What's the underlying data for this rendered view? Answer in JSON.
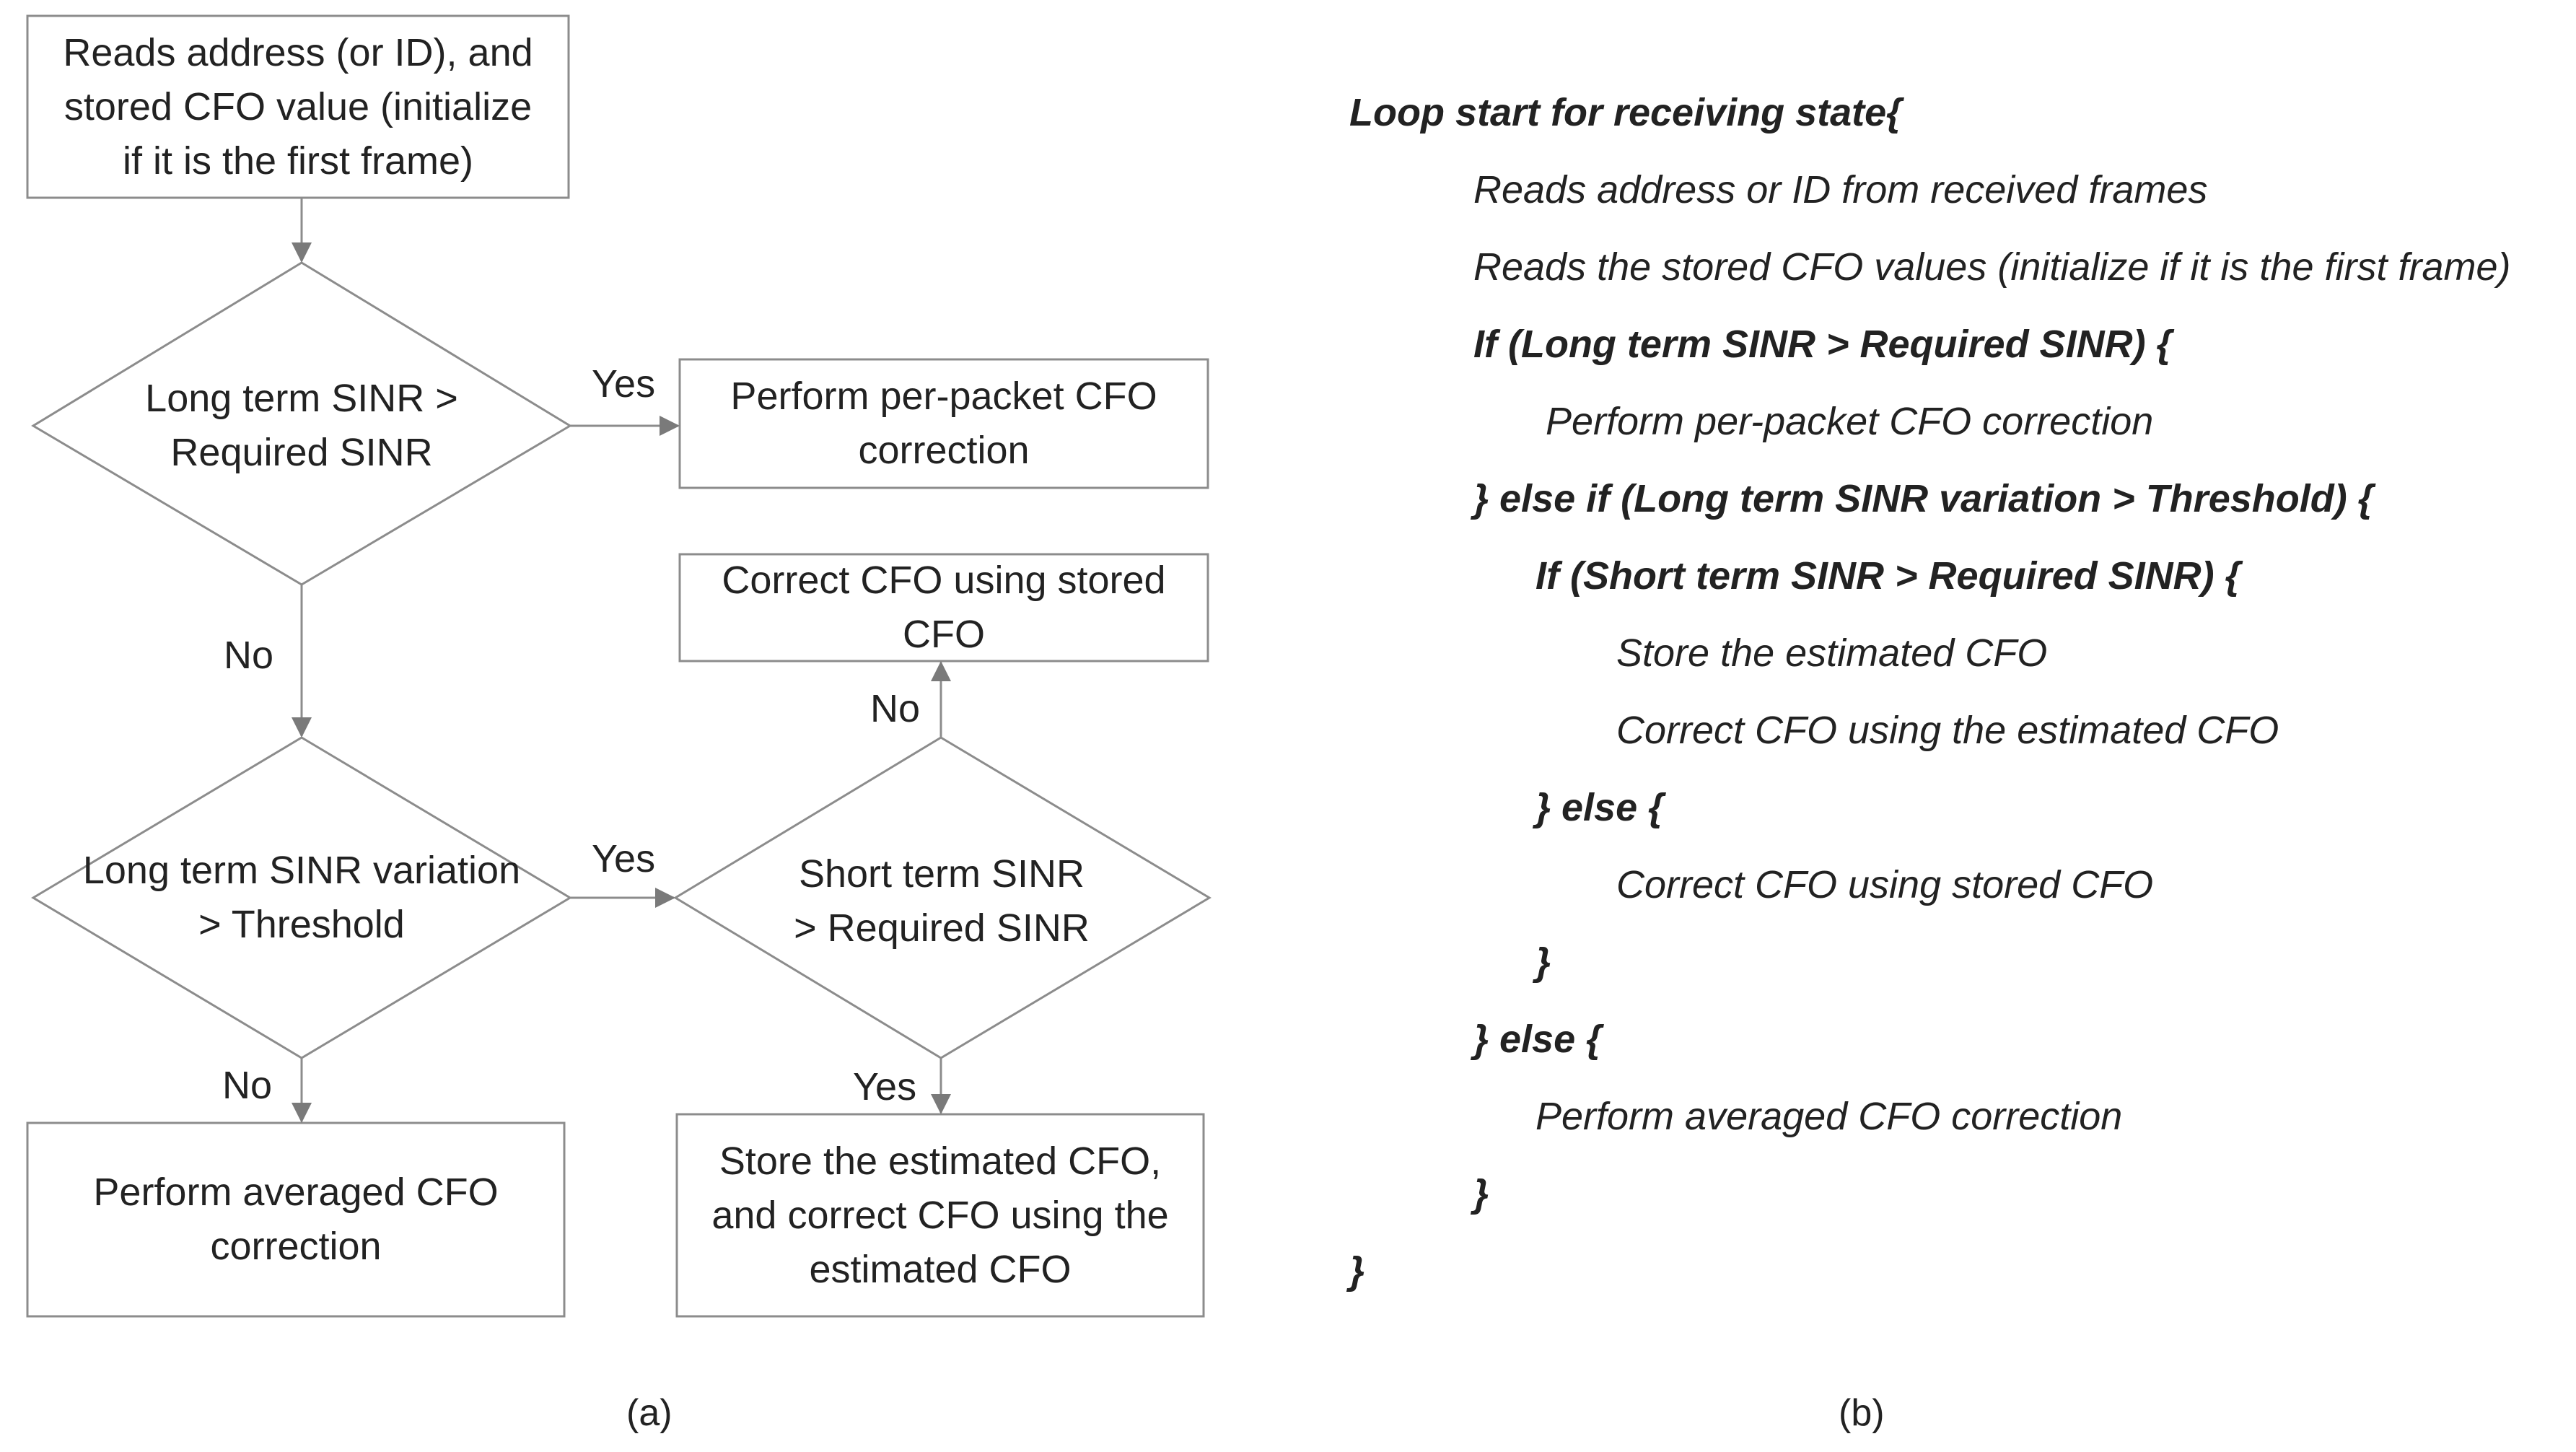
{
  "diagram_a": {
    "caption": "(a)",
    "nodes": {
      "start": {
        "lines": [
          "Reads address (or ID), and",
          "stored CFO value (initialize",
          "if it is the first frame)"
        ]
      },
      "decision_long_sinr": {
        "lines": [
          "Long term SINR >",
          "Required SINR"
        ]
      },
      "per_packet": {
        "lines": [
          "Perform per-packet CFO",
          "correction"
        ]
      },
      "correct_stored": {
        "lines": [
          "Correct CFO using stored",
          "CFO"
        ]
      },
      "decision_variation": {
        "lines": [
          "Long term SINR variation",
          "> Threshold"
        ]
      },
      "decision_short_sinr": {
        "lines": [
          "Short term SINR",
          "> Required SINR"
        ]
      },
      "averaged": {
        "lines": [
          "Perform averaged CFO",
          "correction"
        ]
      },
      "store_estimated": {
        "lines": [
          "Store the estimated CFO,",
          "and correct CFO using the",
          "estimated CFO"
        ]
      }
    },
    "edge_labels": {
      "long_yes": "Yes",
      "long_no": "No",
      "variation_yes": "Yes",
      "variation_no": "No",
      "short_no": "No",
      "short_yes": "Yes"
    }
  },
  "diagram_b": {
    "caption": "(b)",
    "lines": [
      {
        "text": "Loop start for receiving state{",
        "bold": true
      },
      {
        "text": "Reads address or ID from received frames",
        "bold": false
      },
      {
        "text": "Reads the stored CFO values (initialize if it is the first frame)",
        "bold": false
      },
      {
        "text": "If (Long term SINR > Required SINR) {",
        "bold": true
      },
      {
        "text": "Perform per-packet CFO correction",
        "bold": false
      },
      {
        "text": "} else if (Long term SINR variation > Threshold) {",
        "bold": true
      },
      {
        "text": "If (Short term SINR > Required SINR) {",
        "bold": true
      },
      {
        "text": "Store the estimated CFO",
        "bold": false
      },
      {
        "text": "Correct CFO using the estimated CFO",
        "bold": false
      },
      {
        "text": "} else {",
        "bold": true
      },
      {
        "text": "Correct CFO using stored CFO",
        "bold": false
      },
      {
        "text": "}",
        "bold": true
      },
      {
        "text": "} else {",
        "bold": true
      },
      {
        "text": "Perform averaged CFO correction",
        "bold": false
      },
      {
        "text": "}",
        "bold": true
      },
      {
        "text": "}",
        "bold": true
      }
    ]
  },
  "colors": {
    "stroke": "#8c8c8c",
    "text": "#222222",
    "arrow": "#7a7a7a"
  }
}
